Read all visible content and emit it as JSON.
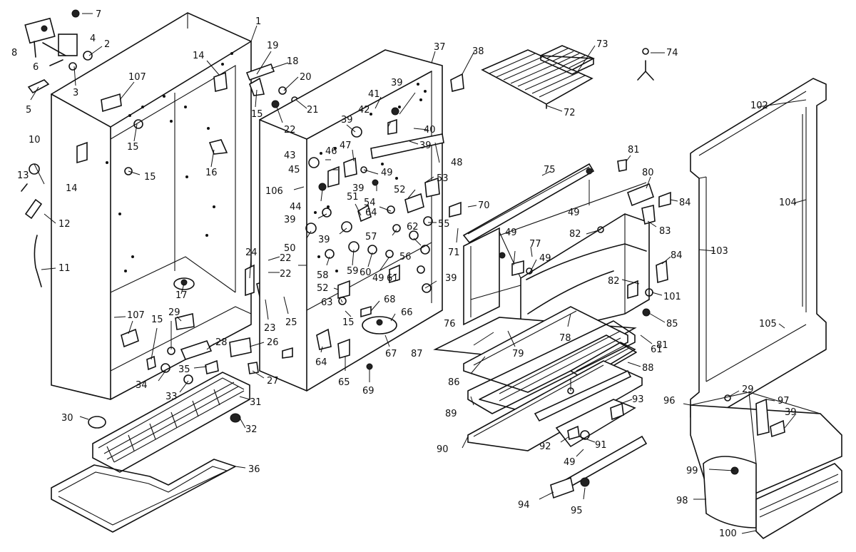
{
  "diagram": {
    "part_numbers": [
      "1",
      "2",
      "3",
      "4",
      "5",
      "6",
      "7",
      "8",
      "10",
      "11",
      "12",
      "13",
      "14",
      "14",
      "15",
      "15",
      "15",
      "15",
      "15",
      "16",
      "17",
      "18",
      "19",
      "20",
      "21",
      "22",
      "22",
      "22",
      "23",
      "24",
      "25",
      "26",
      "27",
      "28",
      "29",
      "29",
      "30",
      "31",
      "32",
      "33",
      "34",
      "35",
      "36",
      "37",
      "38",
      "39",
      "39",
      "39",
      "39",
      "39",
      "39",
      "39",
      "39",
      "40",
      "41",
      "42",
      "43",
      "44",
      "45",
      "46",
      "47",
      "48",
      "49",
      "49",
      "49",
      "49",
      "49",
      "49",
      "50",
      "51",
      "52",
      "52",
      "53",
      "54",
      "55",
      "56",
      "57",
      "58",
      "59",
      "60",
      "61",
      "61",
      "62",
      "63",
      "64",
      "64",
      "65",
      "66",
      "67",
      "68",
      "69",
      "70",
      "71",
      "72",
      "73",
      "74",
      "75",
      "76",
      "77",
      "78",
      "79",
      "80",
      "81",
      "81",
      "82",
      "82",
      "83",
      "84",
      "84",
      "85",
      "86",
      "87",
      "88",
      "89",
      "90",
      "91",
      "92",
      "93",
      "94",
      "95",
      "96",
      "97",
      "98",
      "99",
      "100",
      "101",
      "102",
      "103",
      "104",
      "105",
      "106",
      "107",
      "107"
    ]
  }
}
